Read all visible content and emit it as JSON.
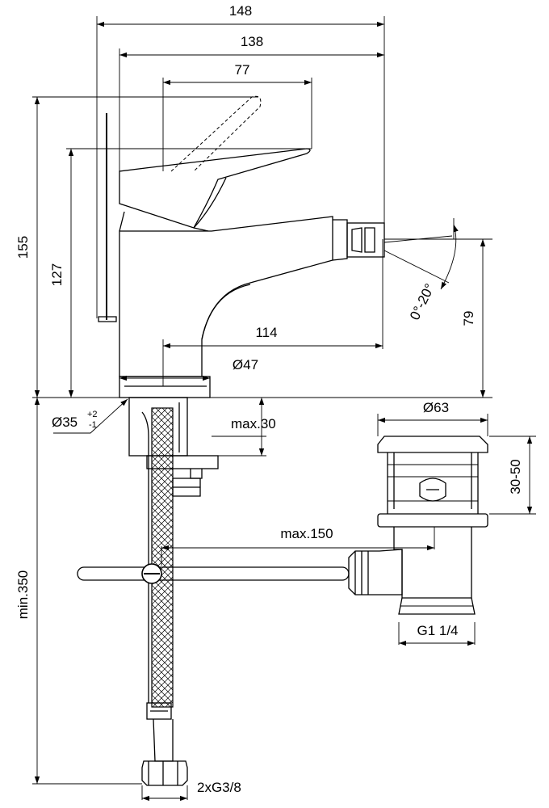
{
  "dimensions": {
    "width_148": "148",
    "width_138": "138",
    "width_77": "77",
    "height_155": "155",
    "height_127": "127",
    "reach_114": "114",
    "diameter_47": "Ø47",
    "height_79": "79",
    "angle": "0°-20°",
    "hole_diameter": "Ø35",
    "hole_tol_plus": "+2",
    "hole_tol_minus": "-1",
    "max_30": "max.30",
    "max_150": "max.150",
    "min_350": "min.350",
    "waste_diameter": "Ø63",
    "waste_range": "30-50",
    "waste_thread": "G1 1/4",
    "hose_thread": "2xG3/8"
  }
}
